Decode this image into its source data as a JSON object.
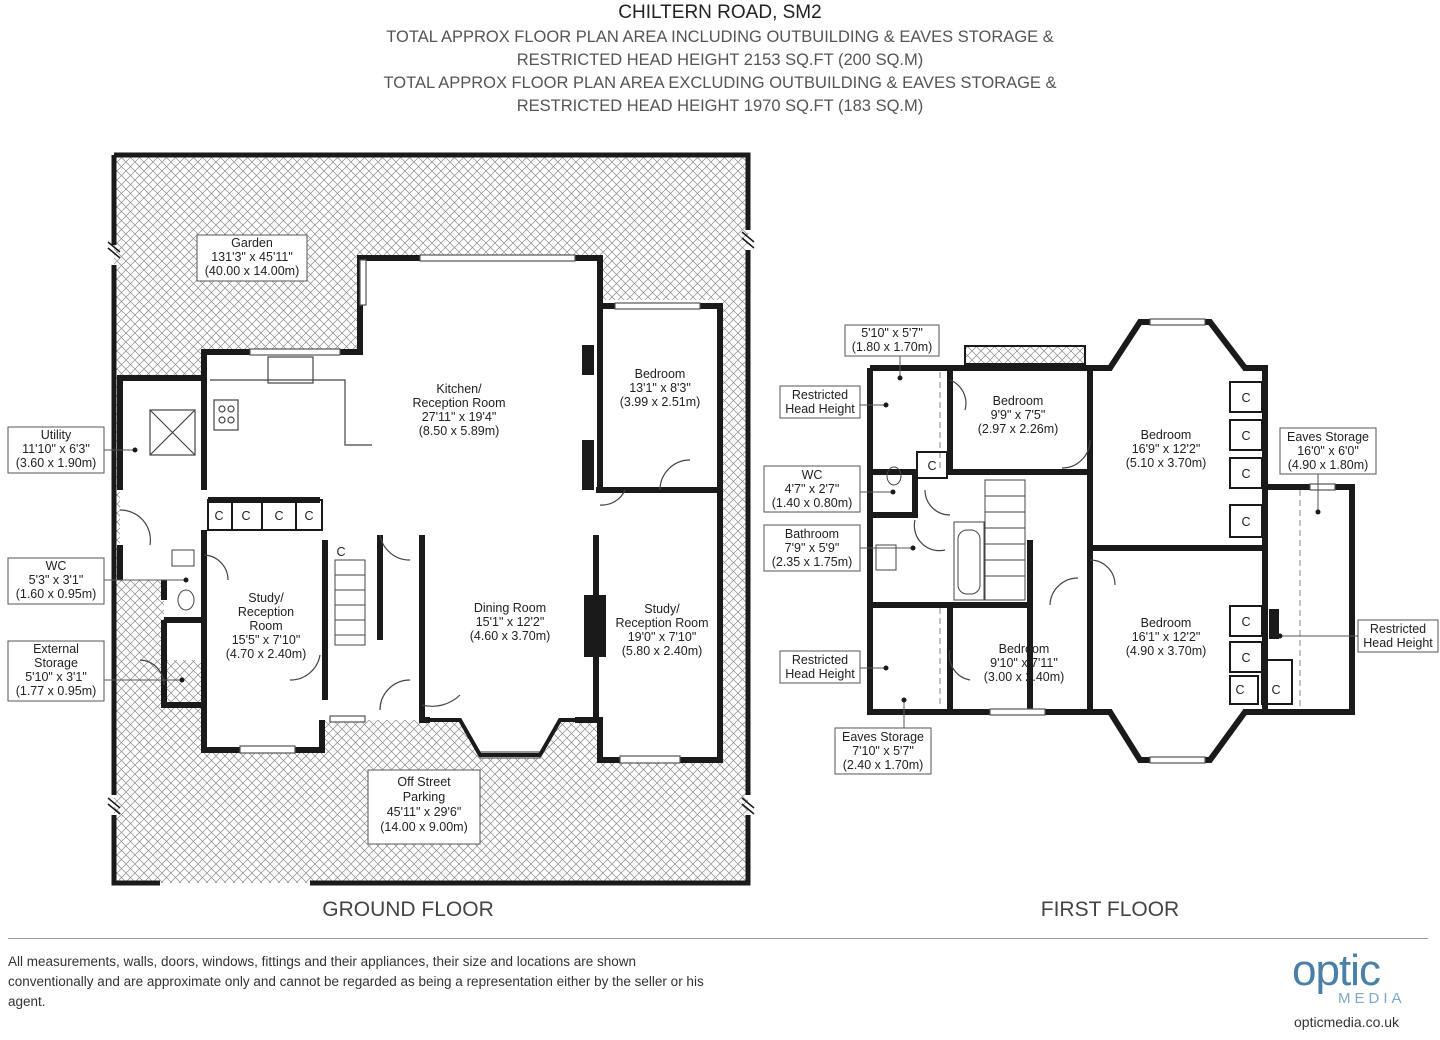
{
  "header": {
    "title": "CHILTERN ROAD, SM2",
    "lines": [
      "TOTAL APPROX FLOOR PLAN AREA INCLUDING OUTBUILDING & EAVES STORAGE &",
      "RESTRICTED HEAD HEIGHT 2153 SQ.FT (200 SQ.M)",
      "TOTAL APPROX FLOOR PLAN AREA EXCLUDING OUTBUILDING & EAVES STORAGE &",
      "RESTRICTED HEAD HEIGHT 1970 SQ.FT (183 SQ.M)"
    ]
  },
  "ground_floor": {
    "label": "GROUND FLOOR",
    "rooms": {
      "garden": [
        "Garden",
        "131'3\" x 45'11\"",
        "(40.00 x 14.00m)"
      ],
      "kitchen": [
        "Kitchen/",
        "Reception Room",
        "27'11\" x 19'4\"",
        "(8.50 x 5.89m)"
      ],
      "bedroom": [
        "Bedroom",
        "13'1\" x 8'3\"",
        "(3.99 x 2.51m)"
      ],
      "utility": [
        "Utility",
        "11'10\" x 6'3\"",
        "(3.60 x 1.90m)"
      ],
      "wc": [
        "WC",
        "5'3\" x 3'1\"",
        "(1.60 x 0.95m)"
      ],
      "external_storage": [
        "External",
        "Storage",
        "5'10\" x 3'1\"",
        "(1.77 x 0.95m)"
      ],
      "study1": [
        "Study/",
        "Reception",
        "Room",
        "15'5\" x 7'10\"",
        "(4.70 x 2.40m)"
      ],
      "dining": [
        "Dining Room",
        "15'1\" x 12'2\"",
        "(4.60 x 3.70m)"
      ],
      "study2": [
        "Study/",
        "Reception Room",
        "19'0\" x 7'10\"",
        "(5.80 x 2.40m)"
      ],
      "parking": [
        "Off Street",
        "Parking",
        "45'11\" x 29'6\"",
        "(14.00 x 9.00m)"
      ]
    },
    "cupboard": "C"
  },
  "first_floor": {
    "label": "FIRST FLOOR",
    "rooms": {
      "eaves_small": [
        "5'10\" x 5'7\"",
        "(1.80 x 1.70m)"
      ],
      "restricted1": [
        "Restricted",
        "Head Height"
      ],
      "bedroom_a": [
        "Bedroom",
        "9'9\" x 7'5\"",
        "(2.97 x 2.26m)"
      ],
      "bedroom_b": [
        "Bedroom",
        "16'9\" x 12'2\"",
        "(5.10 x 3.70m)"
      ],
      "eaves_large": [
        "Eaves Storage",
        "16'0\" x 6'0\"",
        "(4.90 x 1.80m)"
      ],
      "wc": [
        "WC",
        "4'7\" x 2'7\"",
        "(1.40 x 0.80m)"
      ],
      "bathroom": [
        "Bathroom",
        "7'9\" x 5'9\"",
        "(2.35 x 1.75m)"
      ],
      "restricted2": [
        "Restricted",
        "Head Height"
      ],
      "restricted3": [
        "Restricted",
        "Head Height"
      ],
      "bedroom_c": [
        "Bedroom",
        "9'10\" x 7'11\"",
        "(3.00 x 2.40m)"
      ],
      "bedroom_d": [
        "Bedroom",
        "16'1\" x 12'2\"",
        "(4.90 x 3.70m)"
      ],
      "eaves_bottom": [
        "Eaves Storage",
        "7'10\" x 5'7\"",
        "(2.40 x 1.70m)"
      ]
    },
    "cupboard": "C"
  },
  "footer": {
    "disclaimer": "All measurements, walls, doors, windows, fittings and their appliances, their size and locations are shown conventionally and are approximate only and cannot be regarded as being a representation either by the seller or his agent.",
    "logo_main": "optic",
    "logo_sub": "MEDIA",
    "website": "opticmedia.co.uk"
  },
  "colors": {
    "wall": "#1a1a1a",
    "hatch": "#8a8a8a",
    "muted_text": "#555555",
    "logo": "#4a7fa8"
  }
}
